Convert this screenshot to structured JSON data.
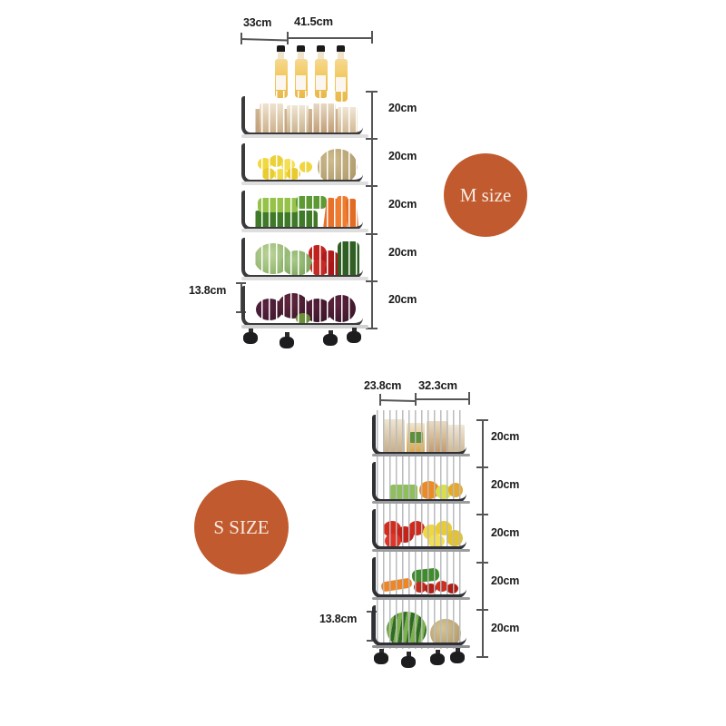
{
  "page": {
    "background": "#ffffff",
    "text_color": "#1b1b1b",
    "rule_color": "#555555",
    "badge_color": "#c15a2e",
    "badge_text_color": "#f7ece4"
  },
  "units": [
    {
      "id": "m-unit",
      "badge_label": "M size",
      "depth_label": "33cm",
      "width_label": "41.5cm",
      "basket_height_label": "13.8cm",
      "tier_labels": [
        "20cm",
        "20cm",
        "20cm",
        "20cm",
        "20cm"
      ],
      "tier_count": 5,
      "frame_color": "#e8e8e6",
      "contents": [
        "grain-jars",
        "lemons-and-cantaloupe",
        "carrots-celery-greens",
        "cabbage-and-red-apples",
        "eggplants"
      ],
      "top_items": "four-oil-bottles",
      "caster_count": 4
    },
    {
      "id": "s-unit",
      "badge_label": "S SIZE",
      "depth_label": "23.8cm",
      "width_label": "32.3cm",
      "basket_height_label": "13.8cm",
      "tier_labels": [
        "20cm",
        "20cm",
        "20cm",
        "20cm",
        "20cm"
      ],
      "tier_count": 5,
      "frame_color": "#6f7174",
      "contents": [
        "grain-jars-and-boxes",
        "green-and-orange-produce",
        "tomatoes-and-lemons",
        "carrots-peppers-berries",
        "watermelon-and-cantaloupe"
      ],
      "caster_count": 4
    }
  ]
}
